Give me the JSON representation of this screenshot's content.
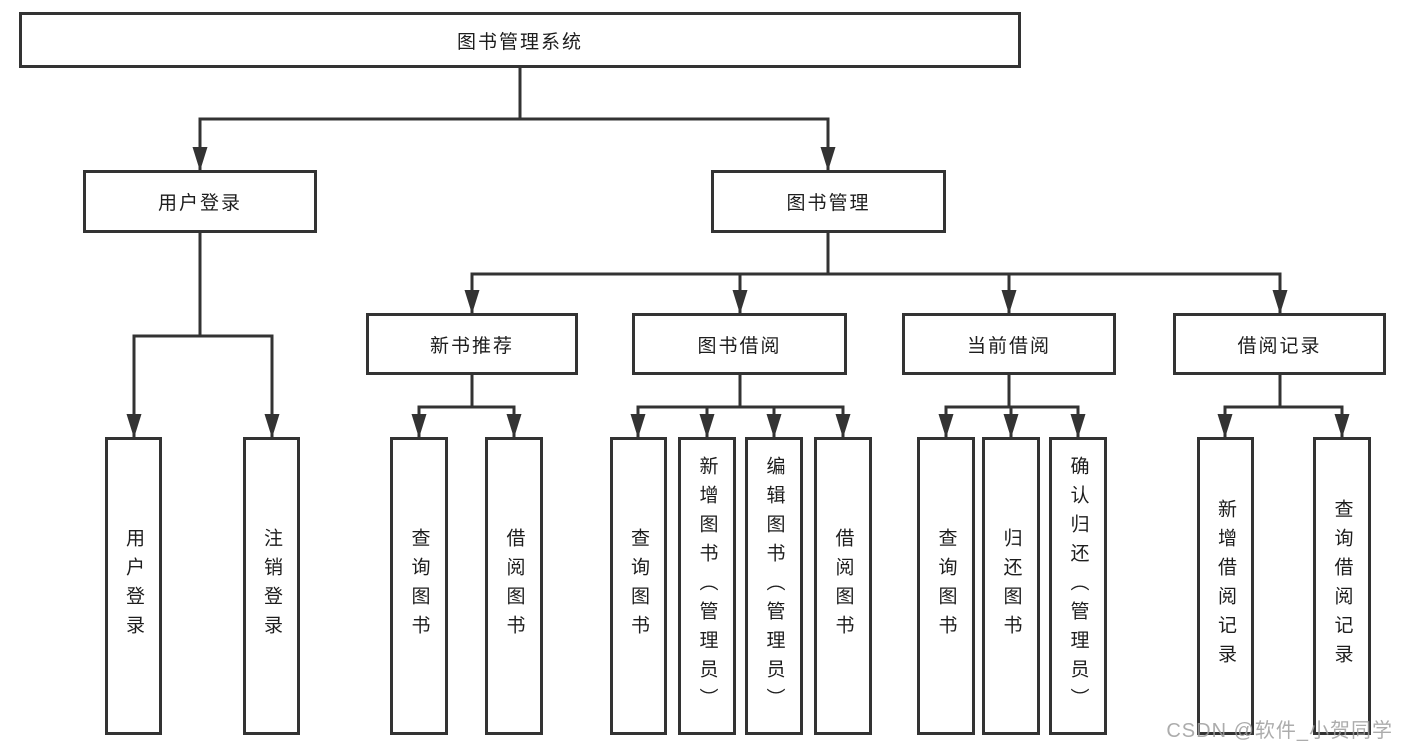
{
  "diagram_type": "functional-structure-tree",
  "colors": {
    "line": "#333333",
    "box_border": "#333333",
    "text": "#1d1d1d",
    "background": "#ffffff",
    "watermark": "#9e9e9e"
  },
  "tree": {
    "label": "图书管理系统",
    "children": [
      {
        "label": "用户登录",
        "children": [
          {
            "label": "用户登录"
          },
          {
            "label": "注销登录"
          }
        ]
      },
      {
        "label": "图书管理",
        "children": [
          {
            "label": "新书推荐",
            "children": [
              {
                "label": "查询图书"
              },
              {
                "label": "借阅图书"
              }
            ]
          },
          {
            "label": "图书借阅",
            "children": [
              {
                "label": "查询图书"
              },
              {
                "label": "新增图书（管理员）"
              },
              {
                "label": "编辑图书（管理员）"
              },
              {
                "label": "借阅图书"
              }
            ]
          },
          {
            "label": "当前借阅",
            "children": [
              {
                "label": "查询图书"
              },
              {
                "label": "归还图书"
              },
              {
                "label": "确认归还（管理员）"
              }
            ]
          },
          {
            "label": "借阅记录",
            "children": [
              {
                "label": "新增借阅记录"
              },
              {
                "label": "查询借阅记录"
              }
            ]
          }
        ]
      }
    ]
  },
  "watermark": {
    "text": "CSDN @软件_小贺同学"
  }
}
